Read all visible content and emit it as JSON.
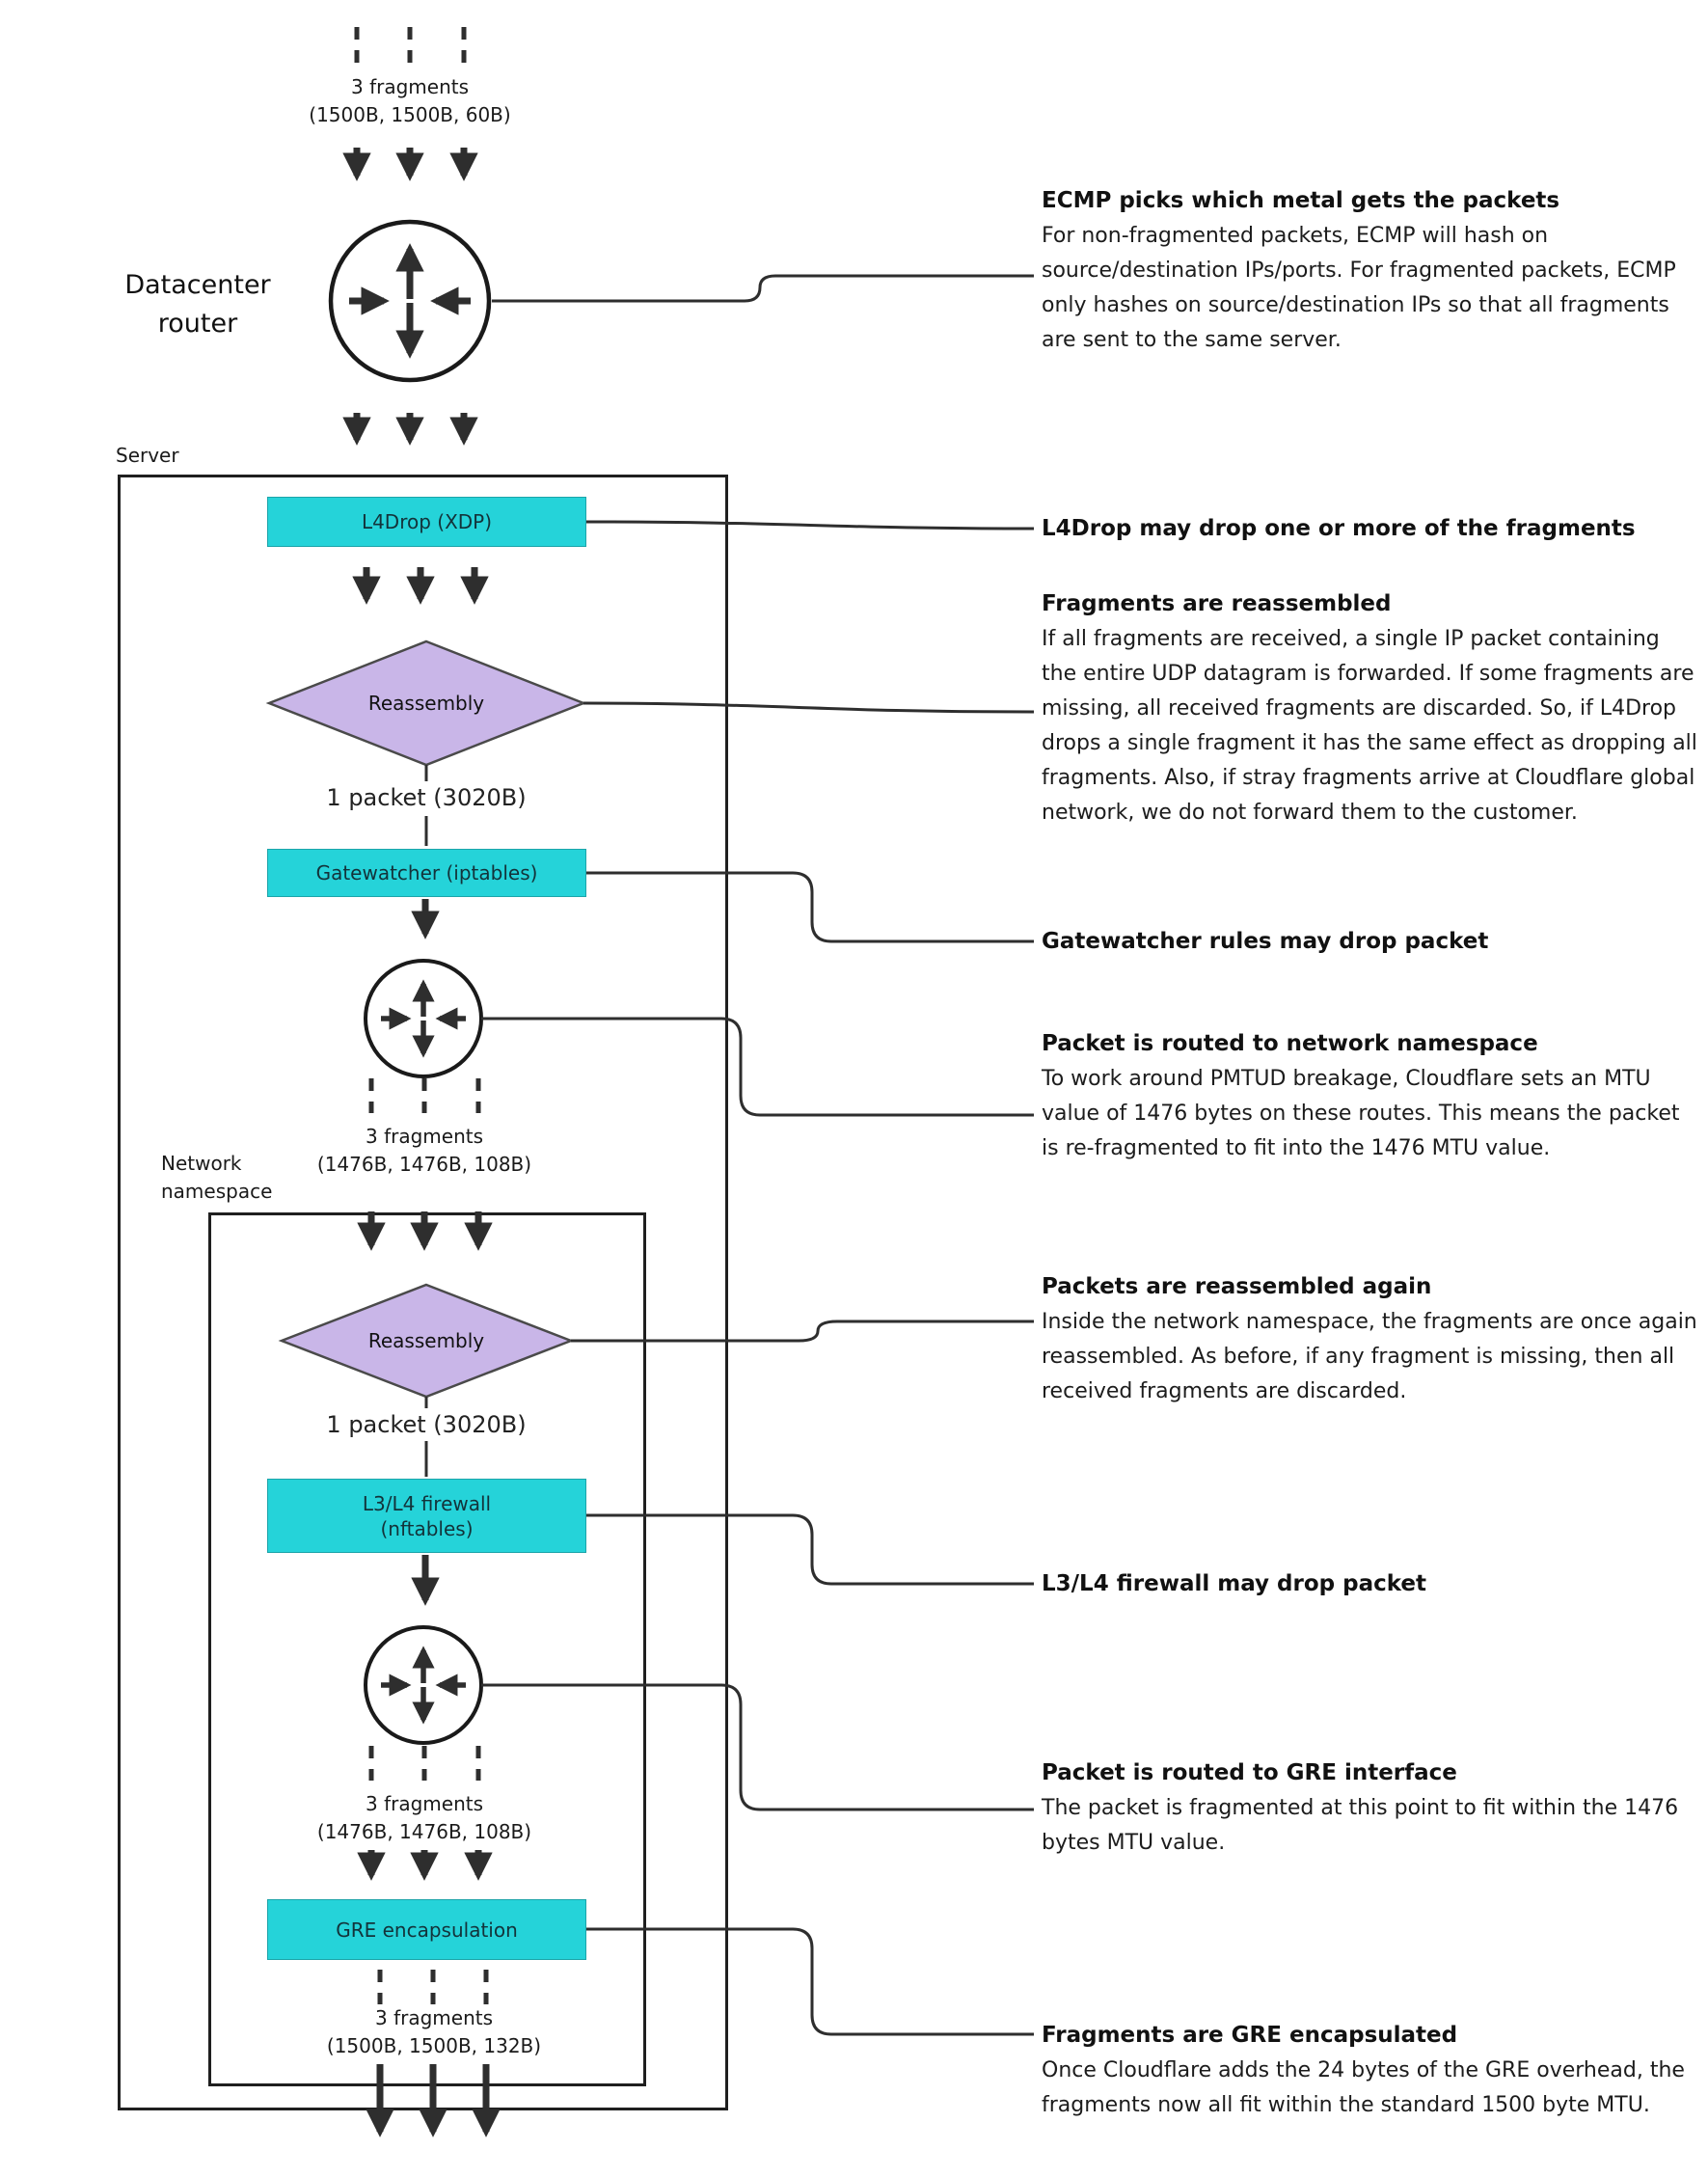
{
  "colors": {
    "box_fill": "#25d3d9",
    "diamond_fill": "#c9b6e8",
    "line": "#2e2e2e"
  },
  "labels": {
    "fragments_top": {
      "line1": "3 fragments",
      "line2": "(1500B, 1500B, 60B)"
    },
    "datacenter_router": "Datacenter router",
    "server": "Server",
    "l4drop": "L4Drop (XDP)",
    "reassembly1": "Reassembly",
    "packet1": "1 packet (3020B)",
    "gatewatcher": "Gatewatcher (iptables)",
    "fragments_mid1": {
      "line1": "3 fragments",
      "line2": "(1476B, 1476B, 108B)"
    },
    "network_namespace": "Network namespace",
    "reassembly2": "Reassembly",
    "packet2": "1 packet (3020B)",
    "firewall": {
      "line1": "L3/L4 firewall",
      "line2": "(nftables)"
    },
    "fragments_mid2": {
      "line1": "3 fragments",
      "line2": "(1476B, 1476B, 108B)"
    },
    "gre": "GRE encapsulation",
    "fragments_bottom": {
      "line1": "3 fragments",
      "line2": "(1500B, 1500B, 132B)"
    }
  },
  "annotations": [
    {
      "title": "ECMP picks which metal gets the packets",
      "body": "For non-fragmented packets, ECMP will hash on source/destination IPs/ports. For fragmented packets, ECMP only hashes on source/destination IPs so that all fragments are sent to the same server."
    },
    {
      "title": "L4Drop may drop one or more of the fragments",
      "body": ""
    },
    {
      "title": "Fragments are reassembled",
      "body": "If all fragments are received, a single IP packet containing the entire UDP datagram is forwarded. If some fragments are missing, all received fragments are discarded. So, if L4Drop drops a single fragment it has the same effect as dropping all fragments. Also, if stray fragments arrive at Cloudflare global network, we do not forward them to the customer."
    },
    {
      "title": "Gatewatcher rules may drop packet",
      "body": ""
    },
    {
      "title": "Packet is routed to network namespace",
      "body": "To work around PMTUD breakage, Cloudflare sets an MTU value of 1476 bytes on these routes. This means the packet is re-fragmented to fit into the 1476 MTU value."
    },
    {
      "title": "Packets are reassembled again",
      "body": "Inside the network namespace, the fragments are once again reassembled. As before, if any fragment is missing, then all received fragments are discarded."
    },
    {
      "title": "L3/L4 firewall may drop packet",
      "body": ""
    },
    {
      "title": "Packet is routed to GRE interface",
      "body": "The packet is fragmented at this point to fit within the 1476 bytes MTU value."
    },
    {
      "title": "Fragments are GRE encapsulated",
      "body": "Once Cloudflare adds the 24 bytes of the GRE overhead, the fragments now all fit within the standard 1500 byte MTU."
    }
  ]
}
